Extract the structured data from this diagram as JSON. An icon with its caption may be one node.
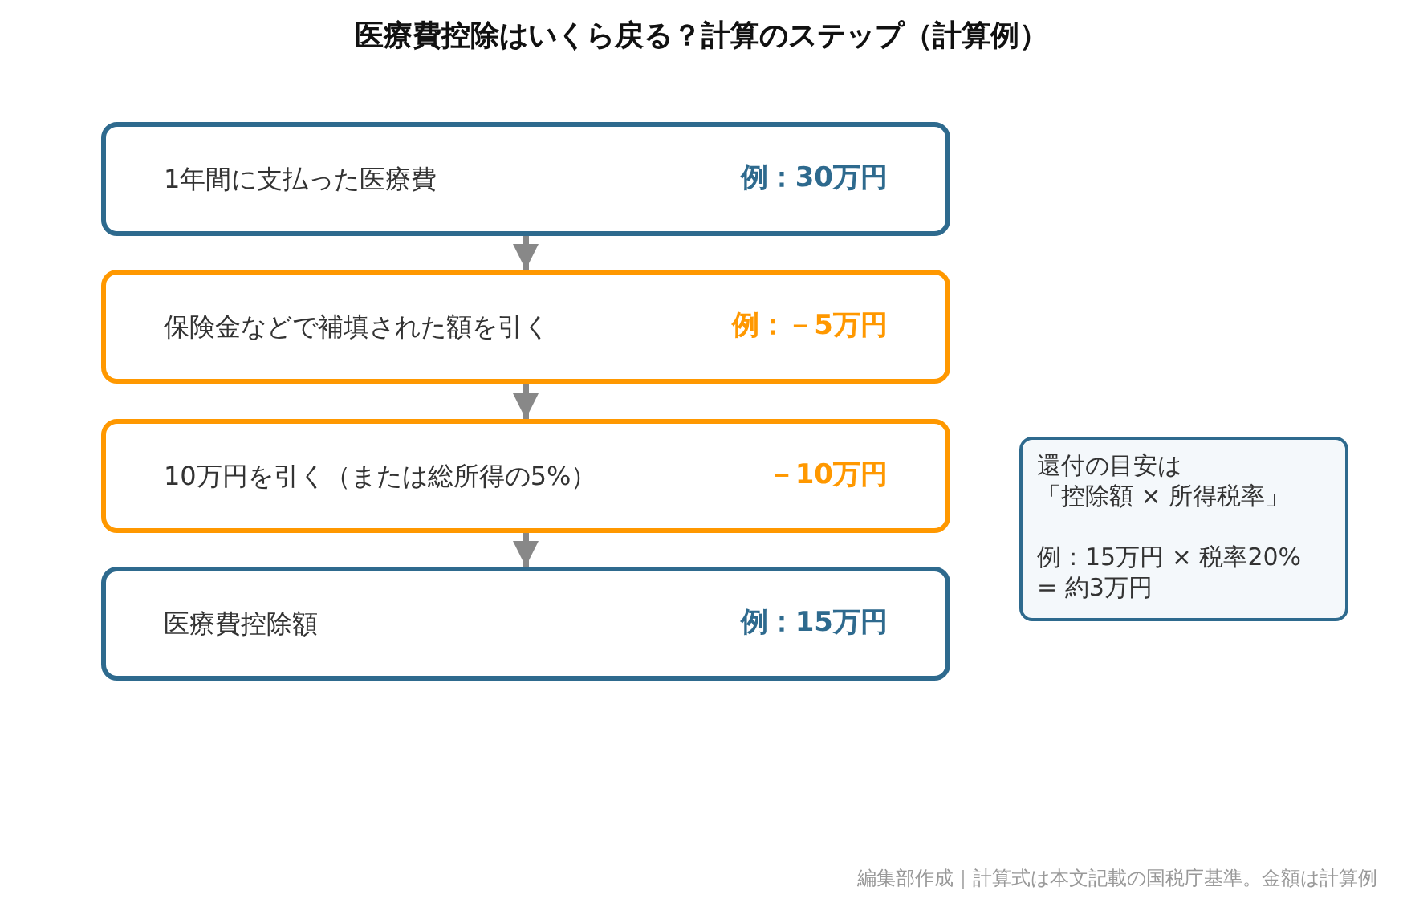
{
  "diagram": {
    "title": "医療費控除はいくら戻る？計算のステップ（計算例）",
    "caption": "編集部作成｜計算式は本文記載の国税庁基準。金額は計算例",
    "nodes": [
      {
        "text": [
          "1年間に支払った医療費",
          "例：30万円"
        ]
      },
      {
        "text": [
          "保険金などで補填された額を引く",
          "例：－5万円"
        ]
      },
      {
        "text": [
          "10万円を引く（または総所得の5%）",
          "－10万円"
        ]
      },
      {
        "text": [
          "医療費控除額",
          "例：15万円"
        ]
      },
      {
        "text": [
          "還付の目安は",
          "「控除額 × 所得税率」",
          "例：15万円 × 税率20% = 約3万円"
        ]
      }
    ],
    "edges": [
      {
        "from": 0,
        "to": 1,
        "arrow": "to"
      },
      {
        "from": 1,
        "to": 2,
        "arrow": "to"
      },
      {
        "from": 2,
        "to": 3,
        "arrow": "to"
      }
    ]
  }
}
